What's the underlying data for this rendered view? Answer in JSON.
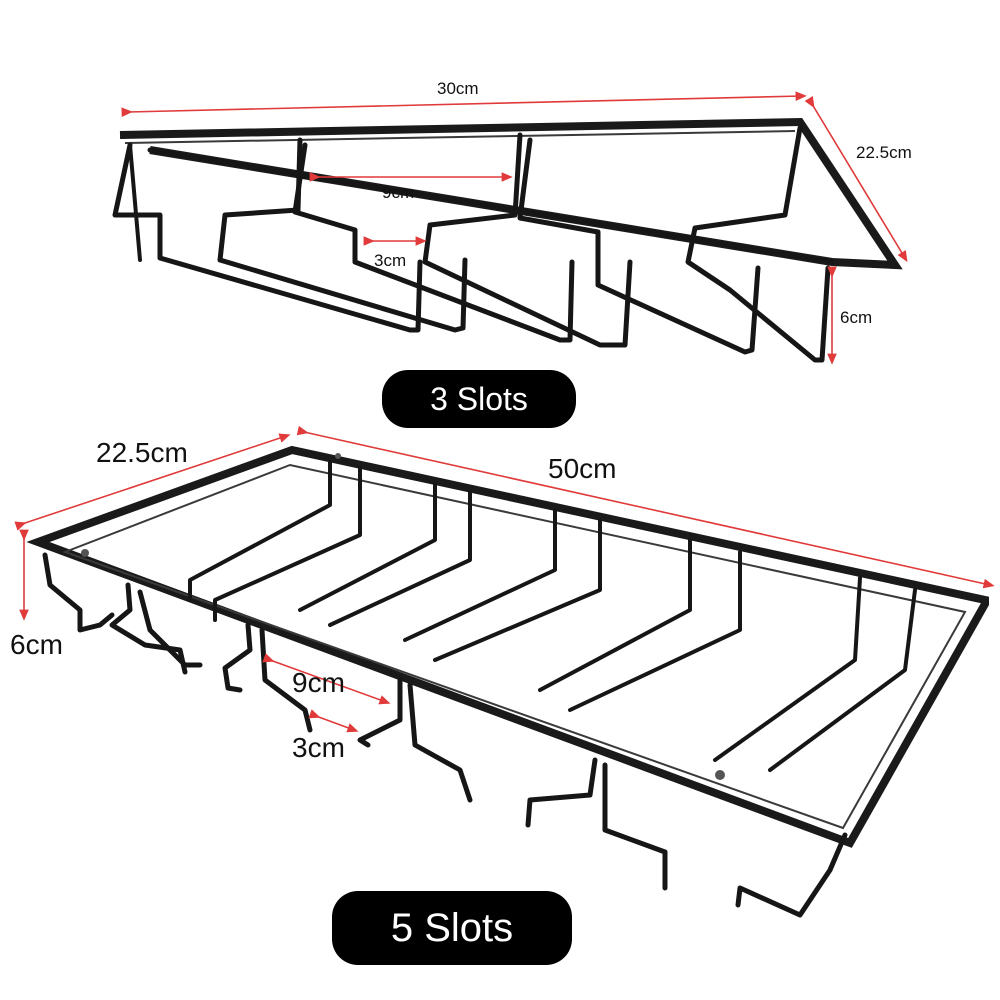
{
  "top_rack": {
    "label": "3 Slots",
    "dimensions": {
      "length": "30cm",
      "depth": "22.5cm",
      "slot_spacing": "9cm",
      "slot_gap": "3cm",
      "height": "6cm"
    }
  },
  "bottom_rack": {
    "label": "5 Slots",
    "dimensions": {
      "depth": "22.5cm",
      "length": "50cm",
      "height": "6cm",
      "slot_spacing": "9cm",
      "slot_gap": "3cm"
    }
  },
  "colors": {
    "rack": "#161616",
    "dimension_line": "#e03a3a",
    "badge_background": "#000000",
    "badge_text": "#ffffff",
    "background": "#ffffff"
  }
}
